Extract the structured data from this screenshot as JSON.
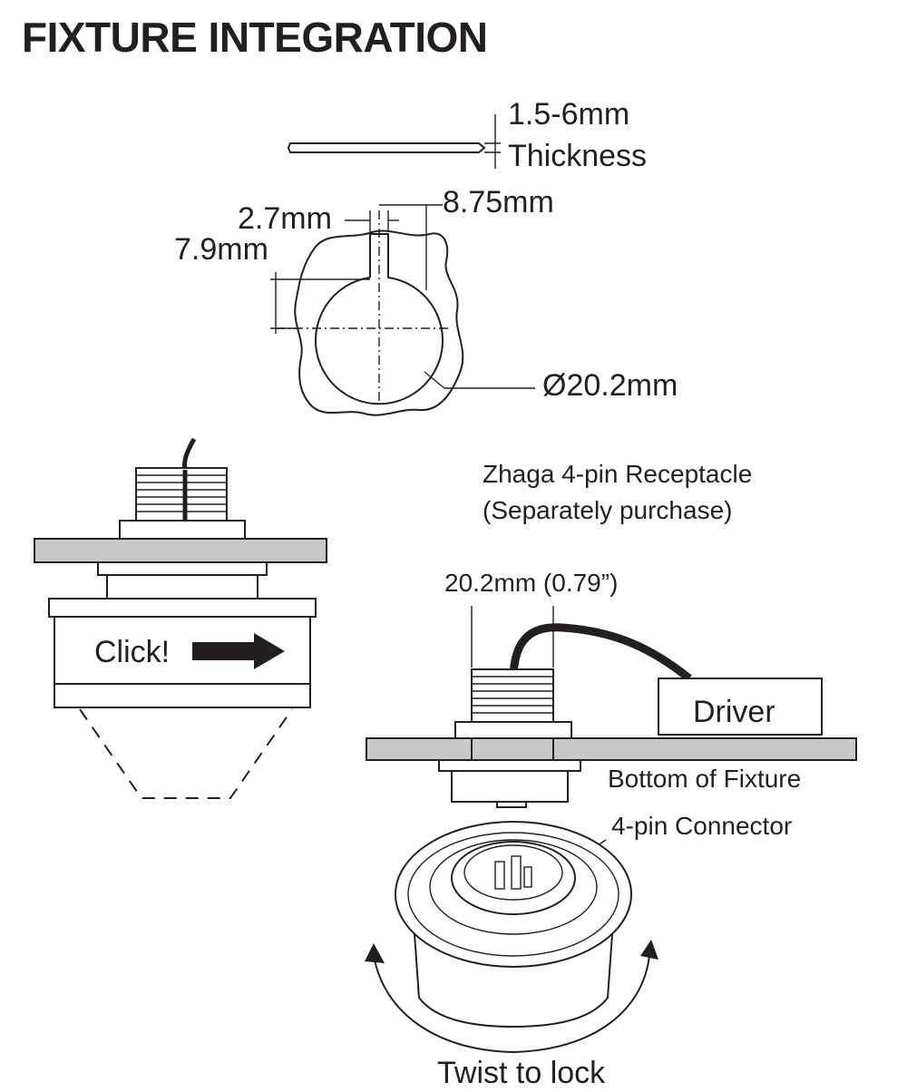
{
  "title": "FIXTURE INTEGRATION",
  "diagram": {
    "labels": {
      "thickness_range": "1.5-6mm",
      "thickness": "Thickness",
      "key_width": "2.7mm",
      "key_offset": "8.75mm",
      "key_depth": "7.9mm",
      "hole_diameter": "Ø20.2mm",
      "click": "Click!",
      "receptacle_title": "Zhaga 4-pin Receptacle",
      "receptacle_note": "(Separately purchase)",
      "receptacle_width": "20.2mm (0.79”)",
      "driver": "Driver",
      "bottom_of_fixture": "Bottom of Fixture",
      "connector": "4-pin Connector",
      "twist": "Twist to lock"
    }
  }
}
